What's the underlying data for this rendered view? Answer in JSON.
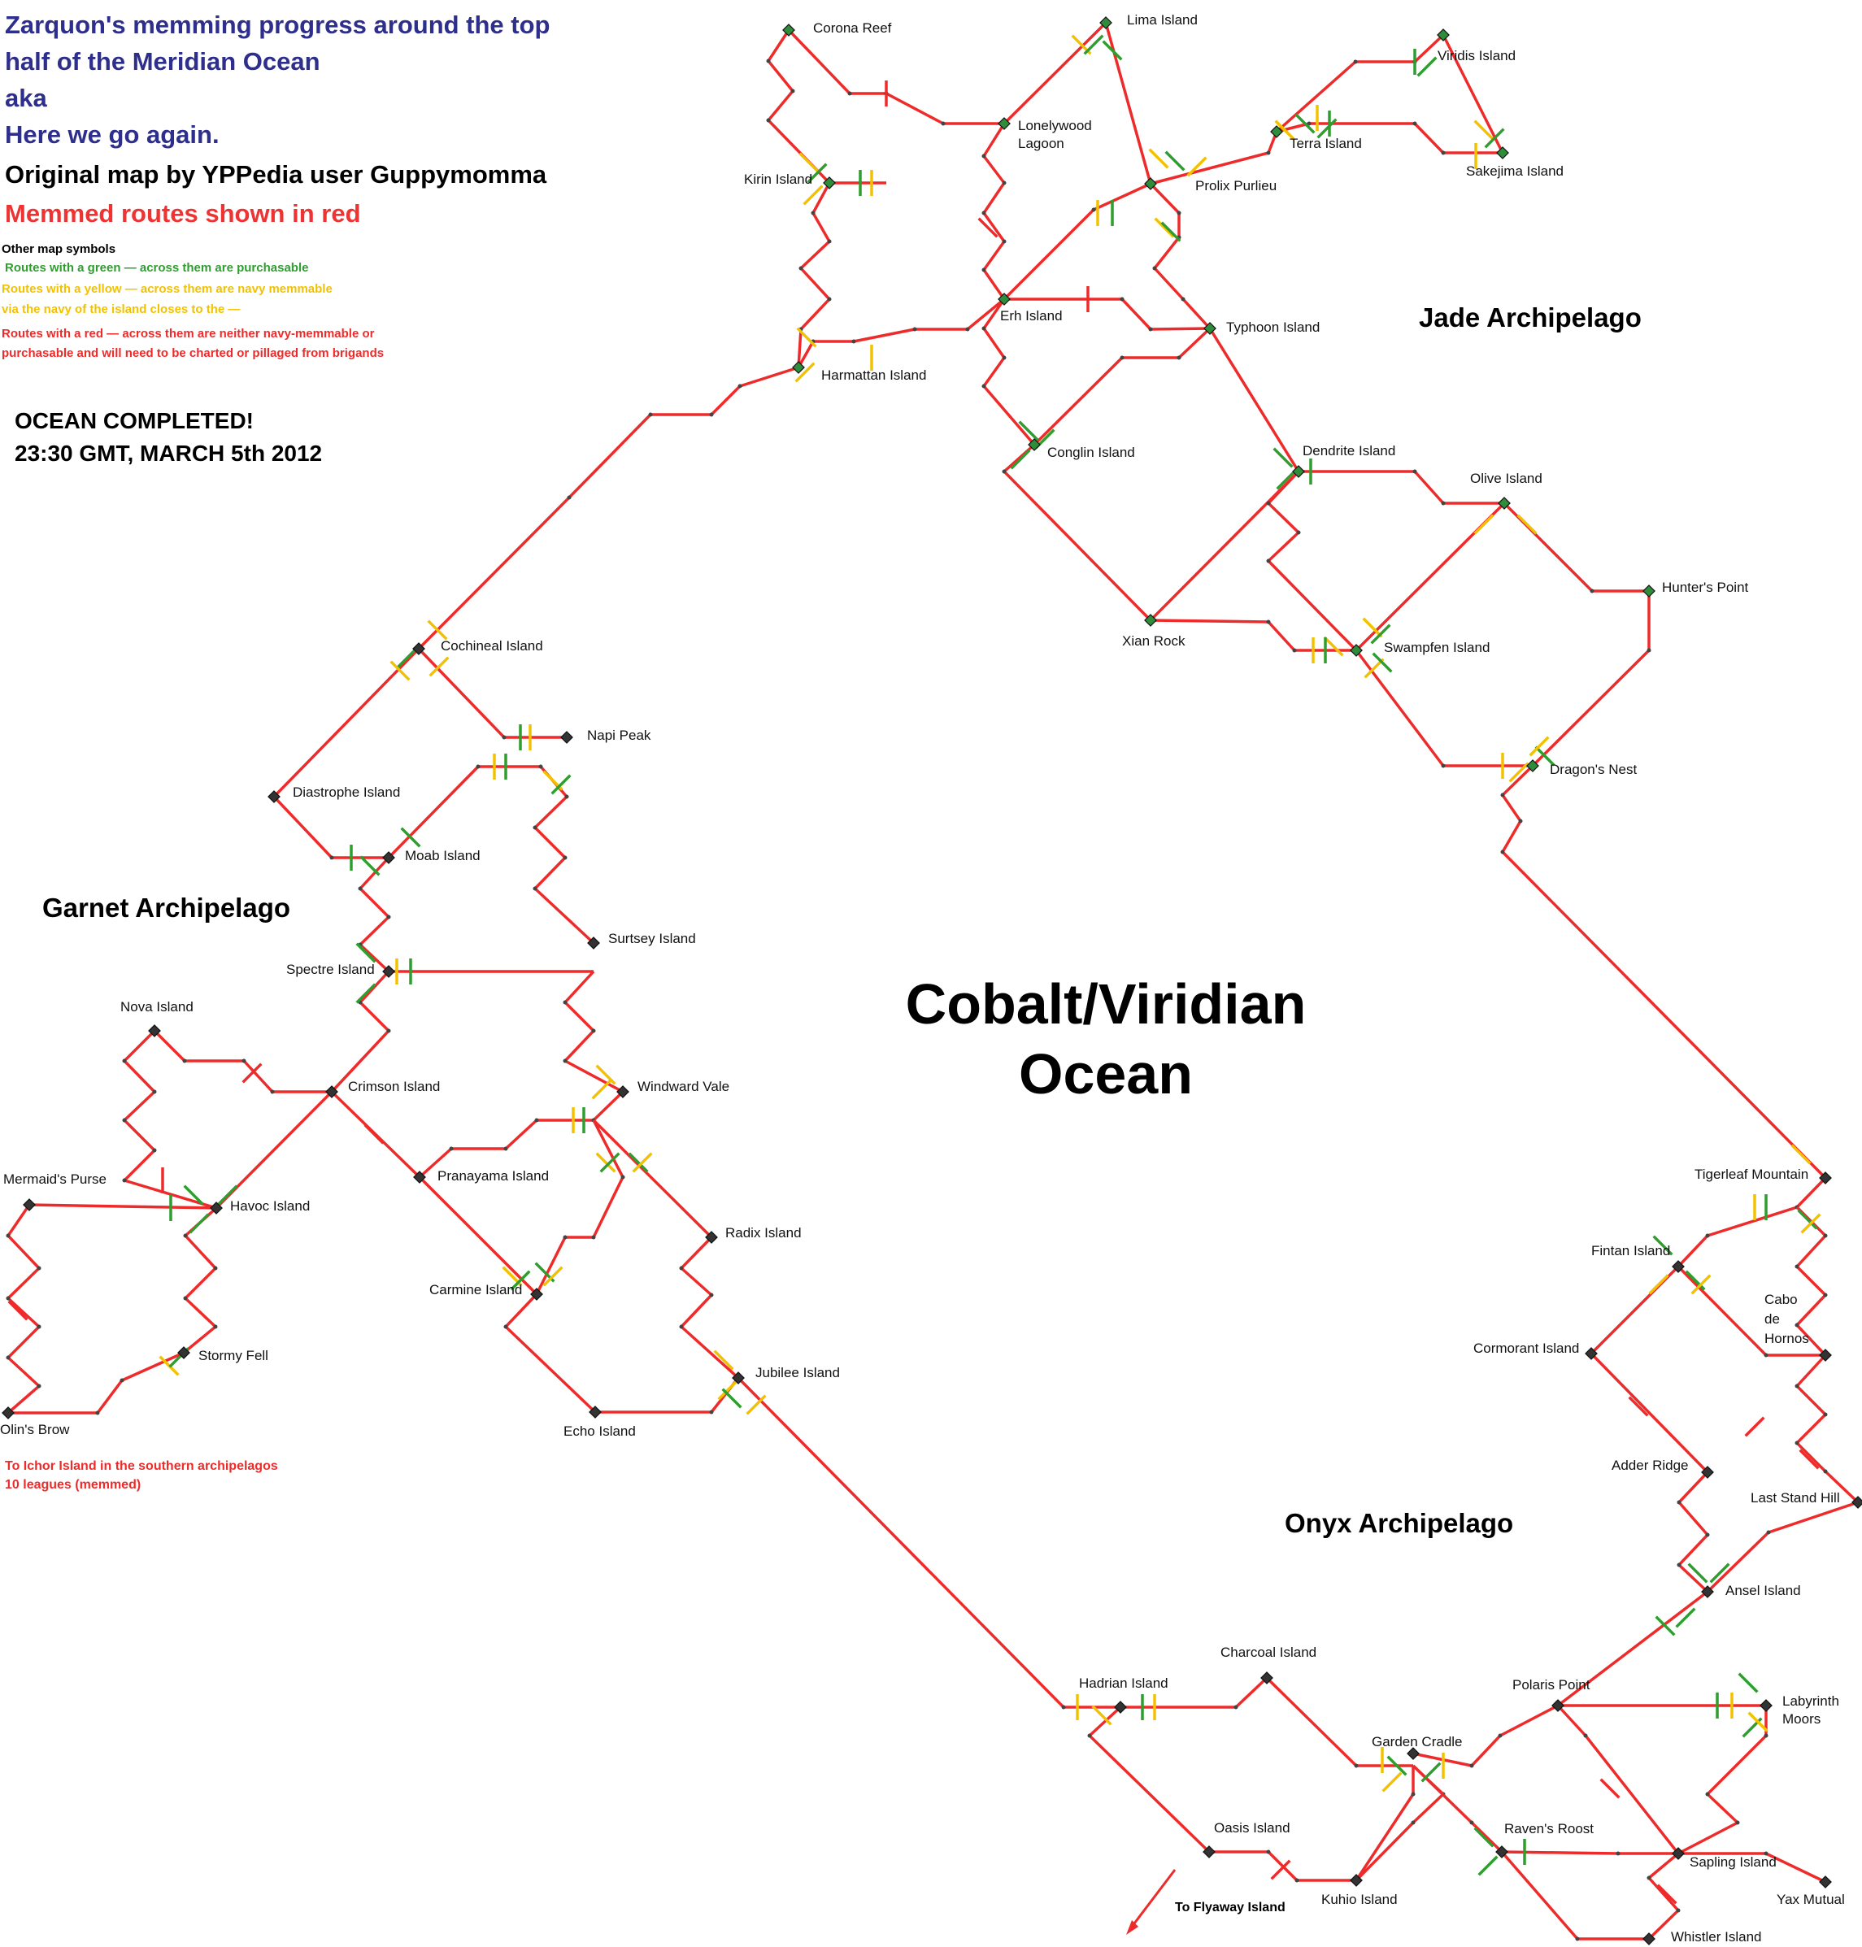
{
  "header": {
    "title_line1": "Zarquon's memming progress around the top",
    "title_line2": "half of the Meridian Ocean",
    "aka": "aka",
    "subtitle": "Here we go again.",
    "credit": "Original map by YPPedia user Guppymomma",
    "memmed": "Memmed routes shown in red"
  },
  "legend": {
    "heading": "Other map symbols",
    "green": "Routes with a green — across them are purchasable",
    "yellow1": "Routes with a yellow — across them are navy memmable",
    "yellow2": "via the navy of the island closes to the —",
    "red1": "Routes with a red — across them are neither navy-memmable or",
    "red2": "purchasable and will need to be charted or pillaged from brigands"
  },
  "status": {
    "line1": "OCEAN COMPLETED!",
    "line2": "23:30 GMT, MARCH 5th 2012"
  },
  "regions": {
    "jade": "Jade Archipelago",
    "garnet": "Garnet Archipelago",
    "onyx": "Onyx Archipelago",
    "ocean_line1": "Cobalt/Viridian",
    "ocean_line2": "Ocean"
  },
  "notes": {
    "ichor1": "To Ichor Island in the southern archipelagos",
    "ichor2": "10 leagues (memmed)",
    "flyaway": "To Flyaway Island"
  },
  "colors": {
    "route": "#ee2b2b",
    "purchasable": "#2e9e2e",
    "navy": "#f2c200",
    "blocked": "#ee2b2b",
    "node_jade": "#2e8c3a",
    "node_other": "#333333"
  },
  "islands": [
    {
      "id": "corona",
      "name": "Corona Reef"
    },
    {
      "id": "lima",
      "name": "Lima Island"
    },
    {
      "id": "viridis",
      "name": "Viridis Island"
    },
    {
      "id": "lonely",
      "name": "Lonelywood Lagoon"
    },
    {
      "id": "terra",
      "name": "Terra Island"
    },
    {
      "id": "sakejima",
      "name": "Sakejima Island"
    },
    {
      "id": "kirin",
      "name": "Kirin Island"
    },
    {
      "id": "prolix",
      "name": "Prolix Purlieu"
    },
    {
      "id": "erh",
      "name": "Erh Island"
    },
    {
      "id": "typhoon",
      "name": "Typhoon Island"
    },
    {
      "id": "harmattan",
      "name": "Harmattan Island"
    },
    {
      "id": "conglin",
      "name": "Conglin Island"
    },
    {
      "id": "dendrite",
      "name": "Dendrite Island"
    },
    {
      "id": "olive",
      "name": "Olive Island"
    },
    {
      "id": "hunters",
      "name": "Hunter's Point"
    },
    {
      "id": "xian",
      "name": "Xian Rock"
    },
    {
      "id": "swampfen",
      "name": "Swampfen Island"
    },
    {
      "id": "dragons",
      "name": "Dragon's Nest"
    },
    {
      "id": "cochineal",
      "name": "Cochineal Island"
    },
    {
      "id": "napi",
      "name": "Napi Peak"
    },
    {
      "id": "diastrophe",
      "name": "Diastrophe Island"
    },
    {
      "id": "moab",
      "name": "Moab Island"
    },
    {
      "id": "surtsey",
      "name": "Surtsey Island"
    },
    {
      "id": "spectre",
      "name": "Spectre Island"
    },
    {
      "id": "nova",
      "name": "Nova Island"
    },
    {
      "id": "crimson",
      "name": "Crimson Island"
    },
    {
      "id": "windward",
      "name": "Windward Vale"
    },
    {
      "id": "mermaid",
      "name": "Mermaid's Purse"
    },
    {
      "id": "havoc",
      "name": "Havoc Island"
    },
    {
      "id": "pranayama",
      "name": "Pranayama Island"
    },
    {
      "id": "radix",
      "name": "Radix Island"
    },
    {
      "id": "carmine",
      "name": "Carmine Island"
    },
    {
      "id": "stormy",
      "name": "Stormy Fell"
    },
    {
      "id": "jubilee",
      "name": "Jubilee Island"
    },
    {
      "id": "olins",
      "name": "Olin's Brow"
    },
    {
      "id": "echo",
      "name": "Echo Island"
    },
    {
      "id": "tigerleaf",
      "name": "Tigerleaf Mountain"
    },
    {
      "id": "fintan",
      "name": "Fintan Island"
    },
    {
      "id": "cabo",
      "name": "Cabo de Hornos"
    },
    {
      "id": "cormorant",
      "name": "Cormorant Island"
    },
    {
      "id": "adder",
      "name": "Adder Ridge"
    },
    {
      "id": "laststand",
      "name": "Last Stand Hill"
    },
    {
      "id": "ansel",
      "name": "Ansel Island"
    },
    {
      "id": "charcoal",
      "name": "Charcoal Island"
    },
    {
      "id": "hadrian",
      "name": "Hadrian Island"
    },
    {
      "id": "polaris",
      "name": "Polaris Point"
    },
    {
      "id": "labyrinth",
      "name": "Labyrinth Moors"
    },
    {
      "id": "garden",
      "name": "Garden Cradle"
    },
    {
      "id": "oasis",
      "name": "Oasis Island"
    },
    {
      "id": "ravens",
      "name": "Raven's Roost"
    },
    {
      "id": "sapling",
      "name": "Sapling Island"
    },
    {
      "id": "kuhio",
      "name": "Kuhio Island"
    },
    {
      "id": "yax",
      "name": "Yax Mutual"
    },
    {
      "id": "whistler",
      "name": "Whistler Island"
    }
  ]
}
